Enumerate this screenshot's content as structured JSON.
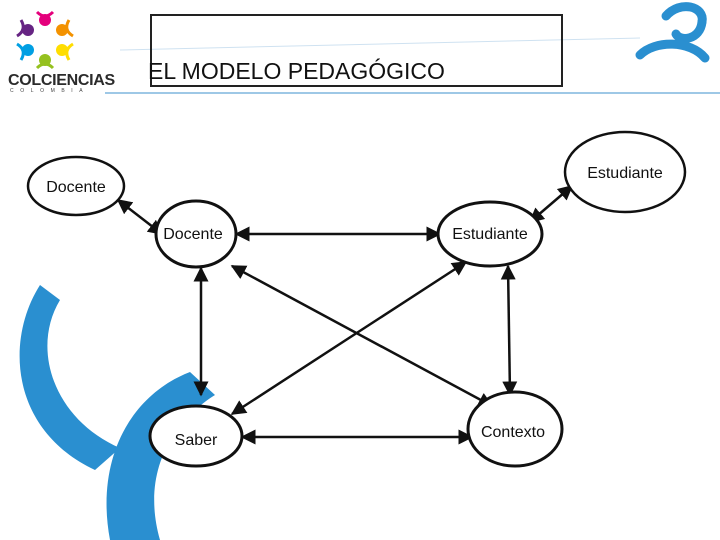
{
  "logo": {
    "name": "COLCIENCIAS",
    "subtitle": "COLOMBIA"
  },
  "slide": {
    "title": "EL MODELO PEDAGÓGICO"
  },
  "diagram": {
    "outer_left_label": "Docente",
    "outer_right_label": "Estudiante",
    "nodes": {
      "docente": "Docente",
      "estudiante": "Estudiante",
      "saber": "Saber",
      "contexto": "Contexto"
    }
  },
  "colors": {
    "accent_blue": "#2a8fd0",
    "header_line": "#7fb5dd",
    "logo_petals": [
      "#e4007c",
      "#f39200",
      "#ffdd00",
      "#95c11f",
      "#009fe3",
      "#662483"
    ]
  }
}
